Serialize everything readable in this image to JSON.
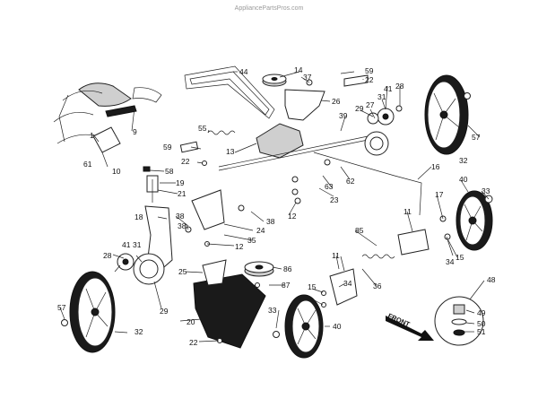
{
  "watermark": "AppliancePartsPros.com",
  "direction_label": "FRONT",
  "part_labels": [
    "44",
    "14",
    "37",
    "59",
    "22",
    "26",
    "41",
    "28",
    "9",
    "1",
    "61",
    "10",
    "55",
    "13",
    "29",
    "27",
    "31",
    "39",
    "62",
    "57",
    "32",
    "59",
    "22",
    "58",
    "19",
    "21",
    "63",
    "23",
    "16",
    "18",
    "38",
    "38",
    "38",
    "24",
    "35",
    "12",
    "12",
    "17",
    "40",
    "33",
    "11",
    "85",
    "41",
    "31",
    "28",
    "25",
    "86",
    "34",
    "15",
    "11",
    "87",
    "34",
    "15",
    "36",
    "29",
    "48",
    "49",
    "50",
    "51",
    "57",
    "32",
    "20",
    "22",
    "33",
    "40"
  ],
  "inset_labels": [
    "48",
    "49",
    "50",
    "51"
  ]
}
